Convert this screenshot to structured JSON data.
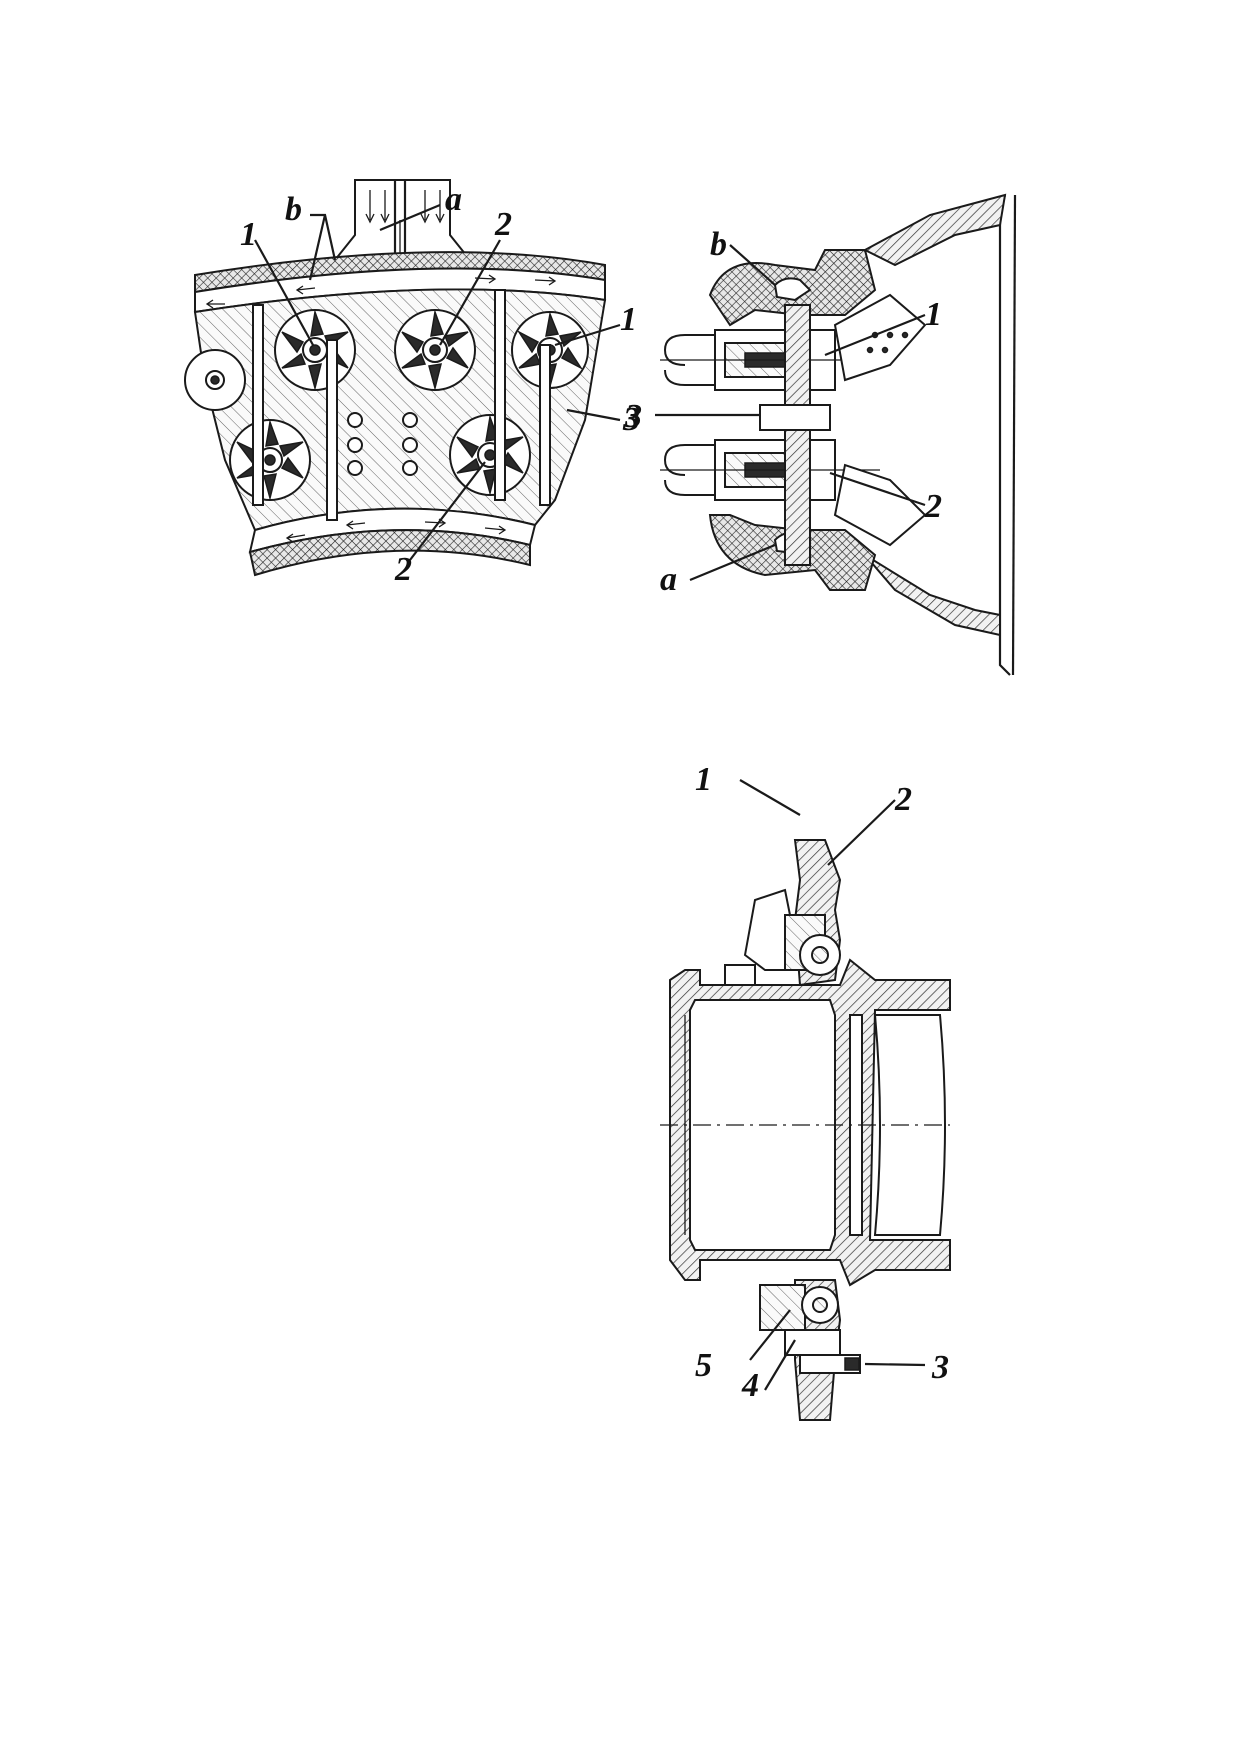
{
  "figure_left": {
    "labels": {
      "b": "b",
      "a": "a",
      "one_left": "1",
      "two_top": "2",
      "one_right": "1",
      "three": "3",
      "two_bottom": "2"
    }
  },
  "figure_right": {
    "labels": {
      "b": "b",
      "one": "1",
      "three": "3",
      "two": "2",
      "a": "a"
    }
  },
  "figure_bottom": {
    "labels": {
      "one": "1",
      "two": "2",
      "three": "3",
      "four": "4",
      "five": "5"
    }
  }
}
